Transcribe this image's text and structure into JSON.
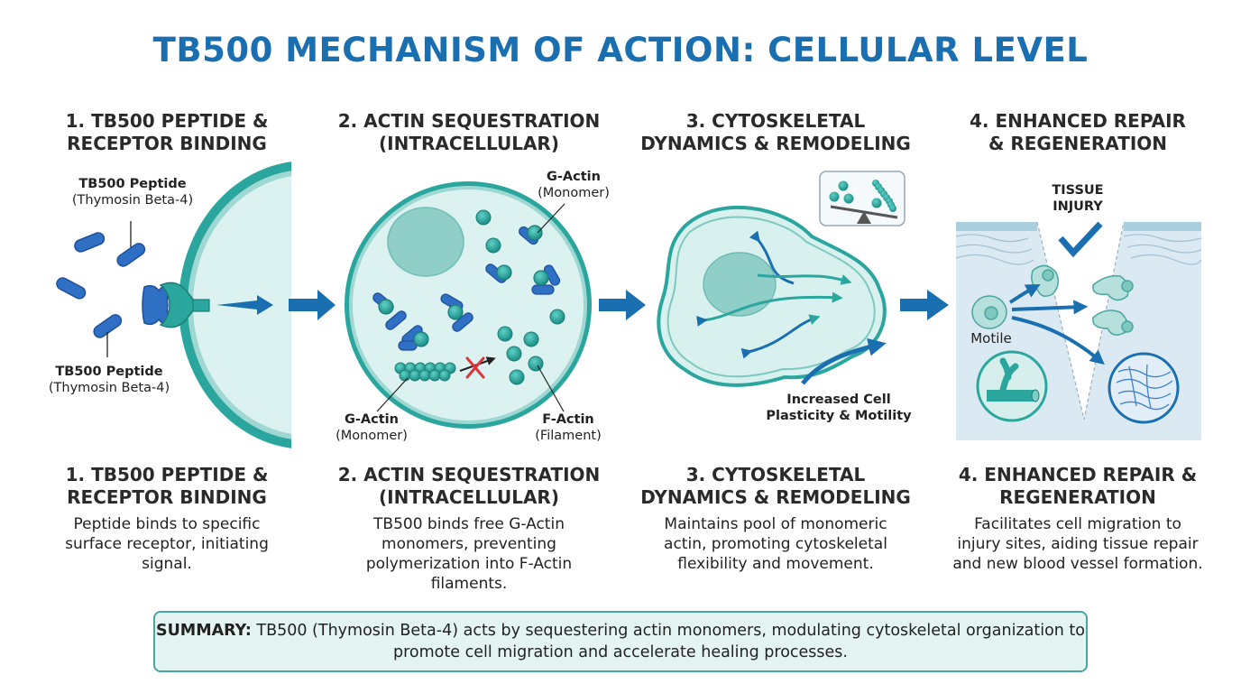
{
  "title": "TB500 MECHANISM OF ACTION: CELLULAR LEVEL",
  "colors": {
    "title": "#1a6fb0",
    "arrow_blue": "#1a6fb0",
    "peptide_blue": "#2f6fc4",
    "teal": "#2aa69e",
    "cell_fill": "#d9f1ef",
    "tissue_fill": "#dbe9f3",
    "inhibit_red": "#d9363e"
  },
  "panels": [
    {
      "id": "receptor-binding",
      "heading": [
        "1. TB500 PEPTIDE &",
        "RECEPTOR BINDING"
      ],
      "labels": [
        {
          "bold": "TB500 Peptide",
          "sub": "(Thymosin Beta-4)"
        },
        {
          "bold": "TB500 Peptide",
          "sub": "(Thymosin Beta-4)"
        }
      ],
      "caption_heading": [
        "1. TB500 PEPTIDE &",
        "RECEPTOR BINDING"
      ],
      "description": [
        "Peptide binds to specific",
        "surface receptor, initiating",
        "signal."
      ]
    },
    {
      "id": "actin-sequestration",
      "heading": [
        "2. ACTIN SEQUESTRATION",
        "(INTRACELLULAR)"
      ],
      "labels": [
        {
          "bold": "G-Actin",
          "sub": "(Monomer)"
        },
        {
          "bold": "G-Actin",
          "sub": "(Monomer)"
        },
        {
          "bold": "F-Actin",
          "sub": "(Filament)"
        }
      ],
      "caption_heading": [
        "2. ACTIN SEQUESTRATION",
        "(INTRACELLULAR)"
      ],
      "description": [
        "TB500 binds free G-Actin",
        "monomers, preventing",
        "polymerization into F-Actin",
        "filaments."
      ]
    },
    {
      "id": "cytoskeletal-dynamics",
      "heading": [
        "3. CYTOSKELETAL",
        "DYNAMICS & REMODELING"
      ],
      "labels": [
        {
          "bold": "Increased Cell",
          "sub": "Plasticity & Motility"
        }
      ],
      "caption_heading": [
        "3. CYTOSKELETAL",
        "DYNAMICS & REMODELING"
      ],
      "description": [
        "Maintains pool of monomeric",
        "actin, promoting cytoskeletal",
        "flexibility and movement."
      ]
    },
    {
      "id": "repair-regeneration",
      "heading": [
        "4. ENHANCED REPAIR",
        "& REGENERATION"
      ],
      "labels": [
        {
          "bold": "TISSUE",
          "sub": "INJURY"
        },
        {
          "bold": "",
          "sub": "Motile"
        }
      ],
      "caption_heading": [
        "4. ENHANCED REPAIR &",
        "REGENERATION"
      ],
      "description": [
        "Facilitates cell migration to",
        "injury sites, aiding tissue repair",
        "and new blood vessel formation."
      ]
    }
  ],
  "summary": {
    "label": "SUMMARY:",
    "text": " TB500 (Thymosin Beta-4) acts by sequestering actin monomers, modulating cytoskeletal organization to promote cell migration and accelerate healing processes."
  }
}
